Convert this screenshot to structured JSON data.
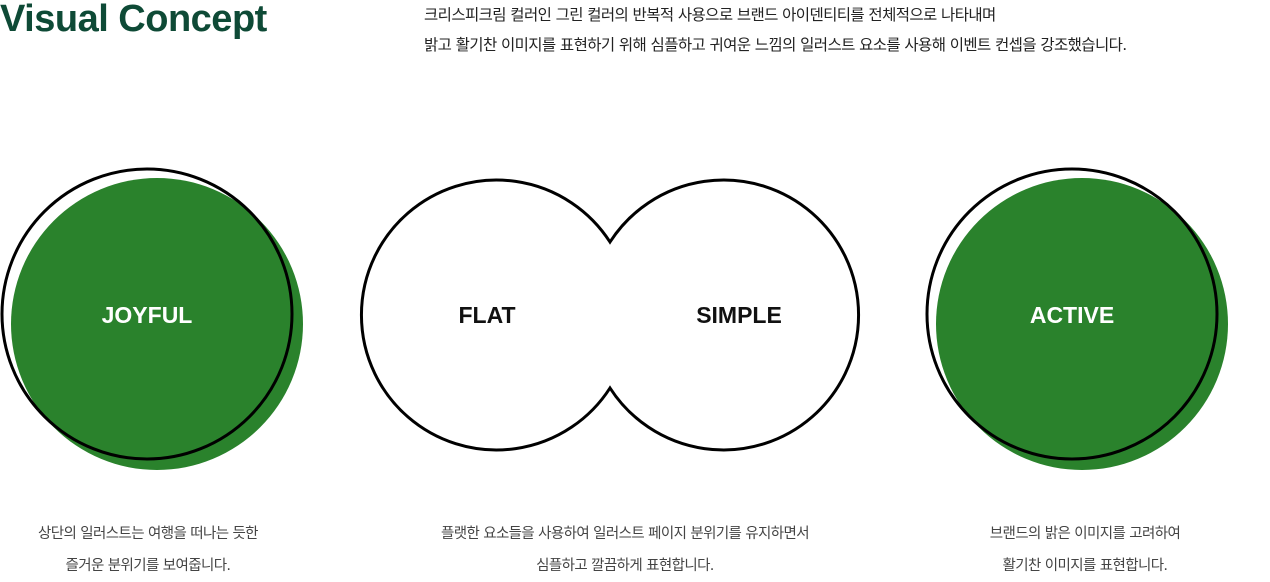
{
  "header": {
    "title": "Visual Concept",
    "description_lines": [
      "크리스피크림 컬러인 그린 컬러의 반복적 사용으로 브랜드 아이덴티티를 전체적으로 나타내며",
      "밝고 활기찬 이미지를 표현하기 위해 심플하고 귀여운 느낌의 일러스트 요소를 사용해 이벤트 컨셉을 강조했습니다."
    ]
  },
  "concepts": {
    "joyful": {
      "label": "JOYFUL",
      "caption_lines": [
        "상단의 일러스트는 여행을 떠나는 듯한",
        "즐거운 분위기를 보여줍니다."
      ]
    },
    "flat": {
      "label": "FLAT"
    },
    "simple": {
      "label": "SIMPLE"
    },
    "flat_simple_caption_lines": [
      "플랫한 요소들을 사용하여 일러스트 페이지 분위기를 유지하면서",
      "심플하고 깔끔하게 표현합니다."
    ],
    "active": {
      "label": "ACTIVE",
      "caption_lines": [
        "브랜드의 밝은 이미지를 고려하여",
        "활기찬 이미지를 표현합니다."
      ]
    }
  },
  "colors": {
    "brand_green": "#2a822c",
    "title_green": "#0e4a36",
    "outline": "#000000"
  }
}
